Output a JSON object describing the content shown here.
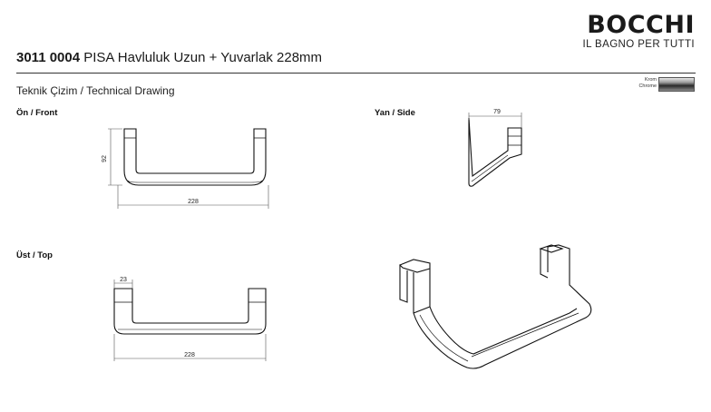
{
  "brand": {
    "name": "BOCCHI",
    "tagline": "IL BAGNO PER TUTTI"
  },
  "product": {
    "code": "3011 0004",
    "name": "PISA Havluluk Uzun + Yuvarlak 228mm"
  },
  "subtitle": "Teknik Çizim / Technical Drawing",
  "finish": {
    "tr": "Krom",
    "en": "Chrome",
    "color": "#5a5a5a"
  },
  "views": {
    "front": {
      "label": "Ön / Front",
      "height_dim": "92",
      "width_dim": "228"
    },
    "side": {
      "label": "Yan / Side",
      "depth_dim": "79"
    },
    "top": {
      "label": "Üst / Top",
      "leg_dim": "23",
      "width_dim": "228"
    }
  }
}
